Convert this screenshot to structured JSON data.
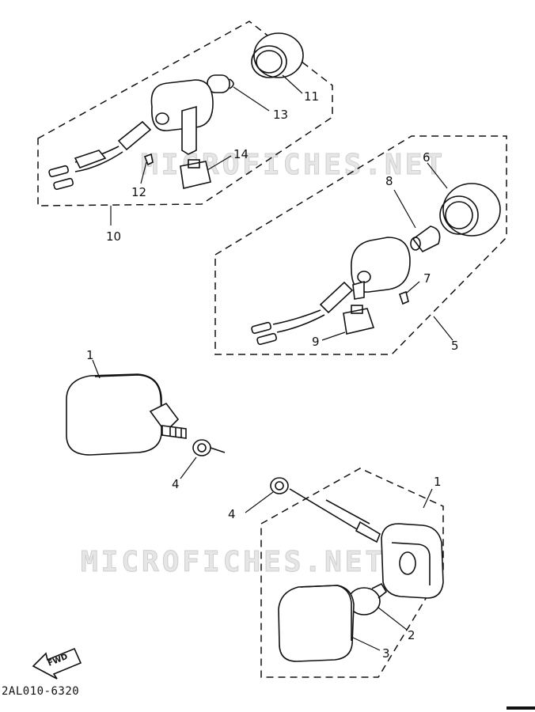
{
  "diagram": {
    "watermark": "MICROFICHES.NET",
    "part_code": "2AL010-6320",
    "fwd_label": "FWD",
    "callouts": {
      "c1_top": "1",
      "c1_bottom": "1",
      "c2": "2",
      "c3": "3",
      "c4_left": "4",
      "c4_right": "4",
      "c5": "5",
      "c6": "6",
      "c7": "7",
      "c8": "8",
      "c9": "9",
      "c10": "10",
      "c11": "11",
      "c12": "12",
      "c13": "13",
      "c14": "14"
    }
  }
}
